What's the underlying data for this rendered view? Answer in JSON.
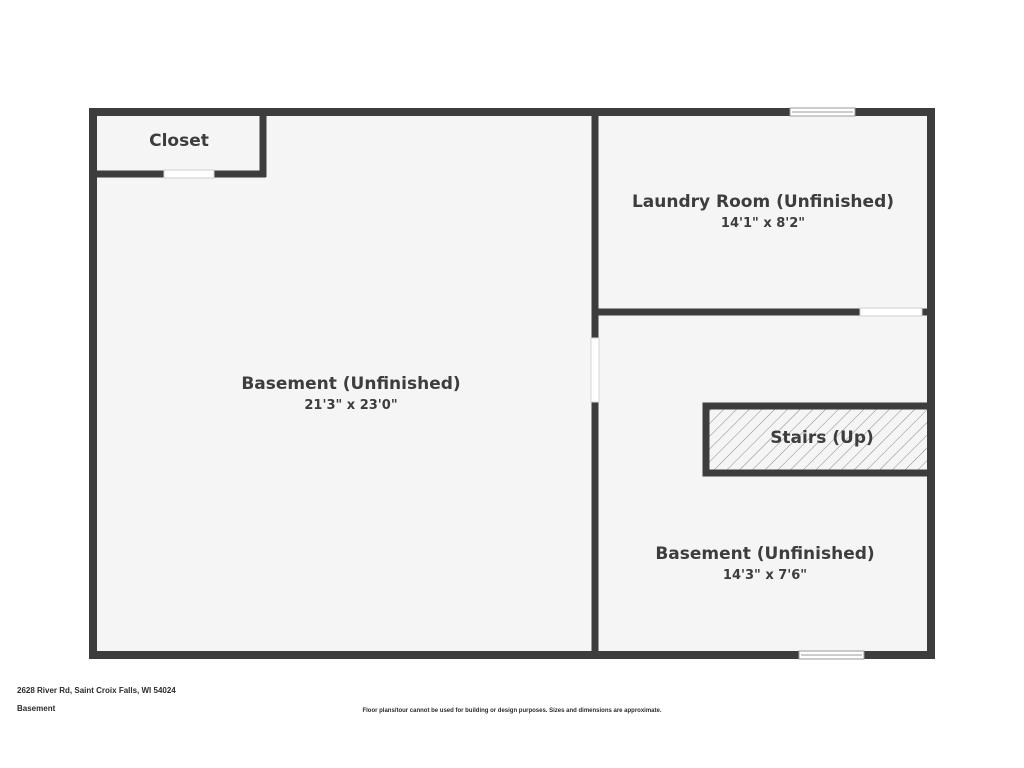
{
  "rooms": {
    "closet": {
      "name": "Closet"
    },
    "basement_main": {
      "name": "Basement (Unfinished)",
      "dimensions": "21'3\" x 23'0\""
    },
    "laundry": {
      "name": "Laundry Room (Unfinished)",
      "dimensions": "14'1\" x 8'2\""
    },
    "stairs": {
      "name": "Stairs (Up)"
    },
    "basement_side": {
      "name": "Basement (Unfinished)",
      "dimensions": "14'3\" x 7'6\""
    }
  },
  "footer": {
    "address": "2628 River Rd, Saint Croix Falls, WI 54024",
    "level": "Basement",
    "disclaimer": "Floor plans/tour cannot be used for building or design purposes. Sizes and dimensions are approximate."
  },
  "colors": {
    "wall": "#3d3d3d",
    "floor": "#f5f5f5",
    "opening": "#ffffff"
  }
}
